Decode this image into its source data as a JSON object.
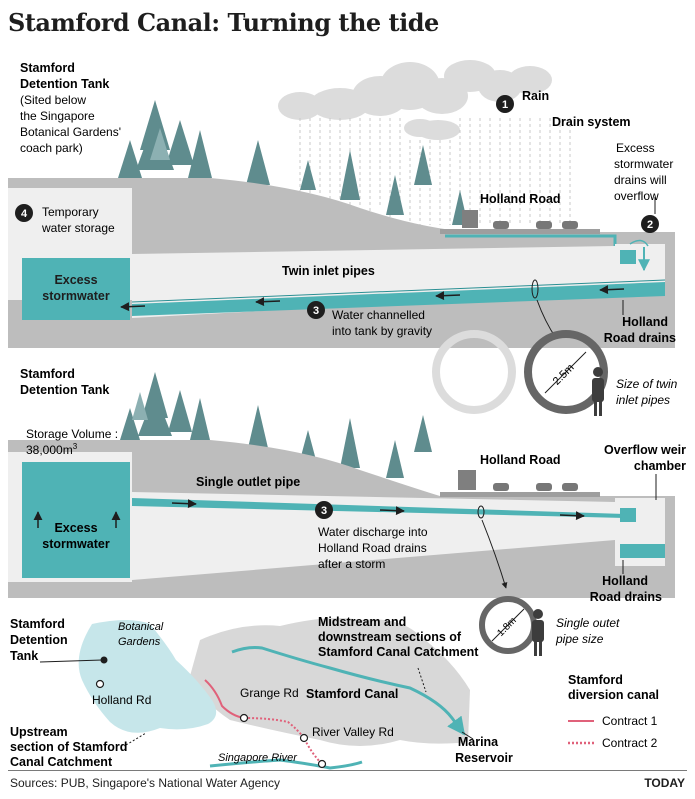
{
  "title": "Stamford Canal: Turning the tide",
  "panel1": {
    "tank_title_1": "Stamford",
    "tank_title_2": "Detention Tank",
    "tank_note_1": "(Sited below",
    "tank_note_2": "the Singapore",
    "tank_note_3": "Botanical Gardens'",
    "tank_note_4": "coach park)",
    "step1_num": "1",
    "step1_label": "Rain",
    "drain_system": "Drain system",
    "excess_1": "Excess",
    "excess_2": "stormwater",
    "excess_3": "drains will",
    "excess_4": "overflow",
    "step2_num": "2",
    "road": "Holland Road",
    "step4_num": "4",
    "temp_1": "Temporary",
    "temp_2": "water storage",
    "tank_water_1": "Excess",
    "tank_water_2": "stormwater",
    "twin_pipes": "Twin inlet pipes",
    "step3_num": "3",
    "channel_1": "Water channelled",
    "channel_2": "into tank by gravity",
    "drains_1": "Holland",
    "drains_2": "Road drains",
    "size_label": "2.5m",
    "size_cap_1": "Size of twin",
    "size_cap_2": "inlet pipes"
  },
  "panel2": {
    "tank_title_1": "Stamford",
    "tank_title_2": "Detention Tank",
    "volume_1": "Storage Volume :",
    "volume_2": "38,000m",
    "volume_sup": "3",
    "road": "Holland Road",
    "weir_1": "Overflow weir",
    "weir_2": "chamber",
    "outlet": "Single outlet pipe",
    "step3_num": "3",
    "tank_water_1": "Excess",
    "tank_water_2": "stormwater",
    "discharge_1": "Water discharge into",
    "discharge_2": "Holland Road drains",
    "discharge_3": "after a storm",
    "drains_1": "Holland",
    "drains_2": "Road drains",
    "size_label": "1.8m",
    "size_cap_1": "Single outet",
    "size_cap_2": "pipe size"
  },
  "map": {
    "tank_1": "Stamford",
    "tank_2": "Detention",
    "tank_3": "Tank",
    "gardens_1": "Botanical",
    "gardens_2": "Gardens",
    "holland": "Holland Rd",
    "grange": "Grange Rd",
    "river_valley": "River Valley Rd",
    "singapore_river": "Singapore River",
    "canal": "Stamford Canal",
    "mid_1": "Midstream and",
    "mid_2": "downstream sections of",
    "mid_3": "Stamford Canal Catchment",
    "up_1": "Upstream",
    "up_2": "section of Stamford",
    "up_3": "Canal Catchment",
    "marina_1": "Marina",
    "marina_2": "Reservoir",
    "legend_title_1": "Stamford",
    "legend_title_2": "diversion canal",
    "contract1": "Contract 1",
    "contract2": "Contract 2"
  },
  "colors": {
    "water": "#4fb3b5",
    "water_dark": "#2a8f93",
    "ground": "#bdbdbd",
    "tank": "#efefef",
    "tree": "#5f8c8e",
    "catchment": "#d8d8d8",
    "upstream": "#c6e6ea",
    "contract": "#e0617a"
  },
  "footer": {
    "sources": "Sources: PUB, Singapore's National Water Agency",
    "brand": "TODAY"
  }
}
